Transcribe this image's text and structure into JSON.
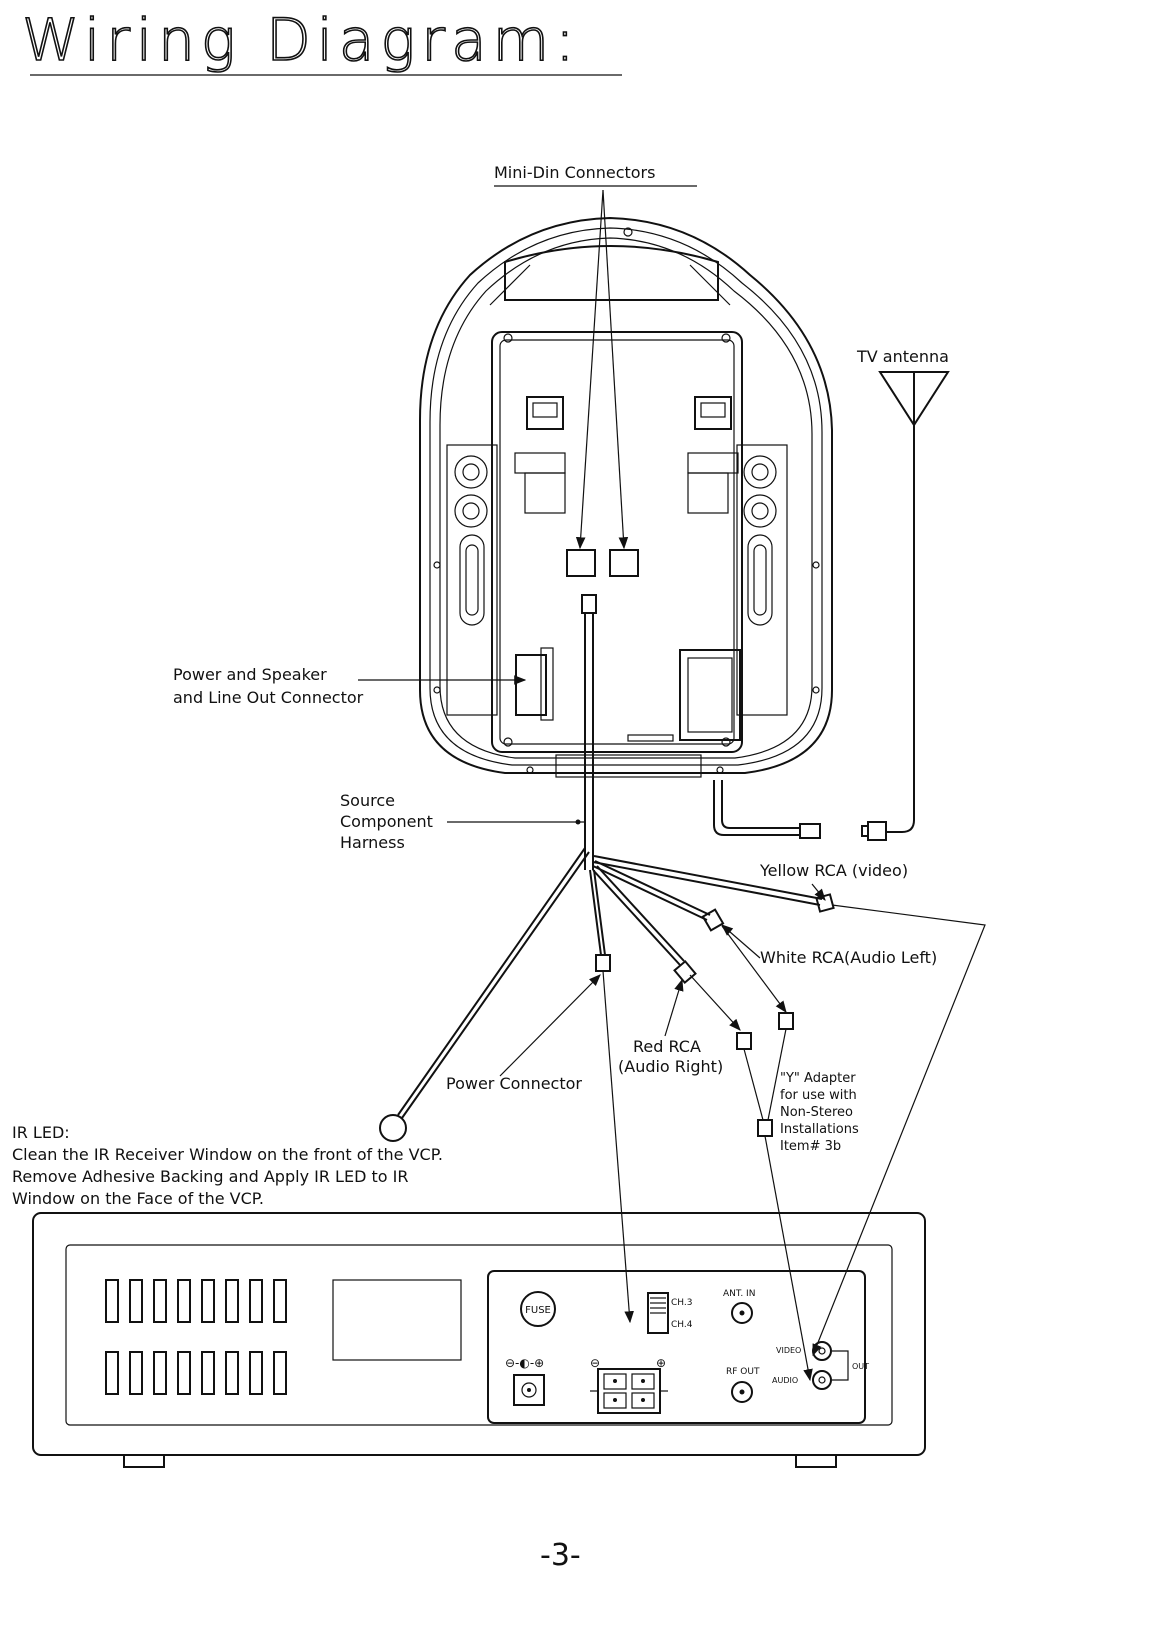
{
  "page": {
    "title": "Wiring Diagram:",
    "page_number": "-3-"
  },
  "labels": {
    "mini_din": "Mini-Din Connectors",
    "tv_antenna": "TV antenna",
    "power_speaker_1": "Power and Speaker",
    "power_speaker_2": "and Line Out Connector",
    "harness_1": "Source",
    "harness_2": "Component",
    "harness_3": "Harness",
    "yellow_rca": "Yellow RCA (video)",
    "white_rca": "White RCA(Audio Left)",
    "red_rca_1": "Red RCA",
    "red_rca_2": "(Audio Right)",
    "power_connector": "Power Connector",
    "y_adapter_1": "\"Y\" Adapter",
    "y_adapter_2": "for use with",
    "y_adapter_3": "Non-Stereo",
    "y_adapter_4": "Installations",
    "y_adapter_5": "Item# 3b",
    "ir_led_1": "IR LED:",
    "ir_led_2": "Clean the IR Receiver Window on the front of the VCP.",
    "ir_led_3": "Remove Adhesive Backing and Apply IR LED to IR",
    "ir_led_4": "Window on the Face of the VCP."
  },
  "vcp_panel": {
    "fuse": "FUSE",
    "ch3": "CH.3",
    "ch4": "CH.4",
    "ant_in": "ANT. IN",
    "rf_out": "RF OUT",
    "video": "VIDEO",
    "audio": "AUDIO",
    "out": "OUT",
    "polarity": "⊖-◐-⊕",
    "minus": "⊖",
    "plus": "⊕"
  }
}
